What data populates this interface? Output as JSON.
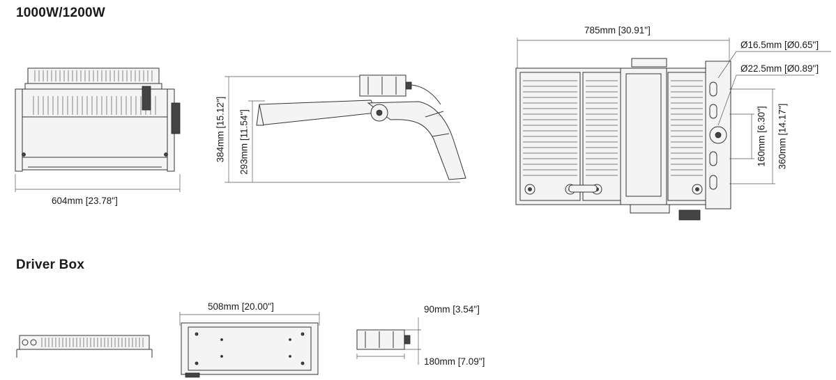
{
  "sections": {
    "fixture_title": "1000W/1200W",
    "driver_title": "Driver Box"
  },
  "fixture": {
    "front_width": "604mm  [23.78\"]",
    "side_height_total": "384mm  [15.12\"]",
    "side_height_inner": "293mm  [11.54\"]",
    "top_width": "785mm [30.91\"]",
    "hole_small": "Ø16.5mm  [Ø0.65\"]",
    "hole_large": "Ø22.5mm  [Ø0.89\"]",
    "bracket_spacing": "160mm  [6.30\"]",
    "bracket_length": "360mm  [14.17\"]"
  },
  "driver": {
    "length": "508mm  [20.00\"]",
    "height": "90mm  [3.54\"]",
    "depth": "180mm  [7.09\"]"
  }
}
